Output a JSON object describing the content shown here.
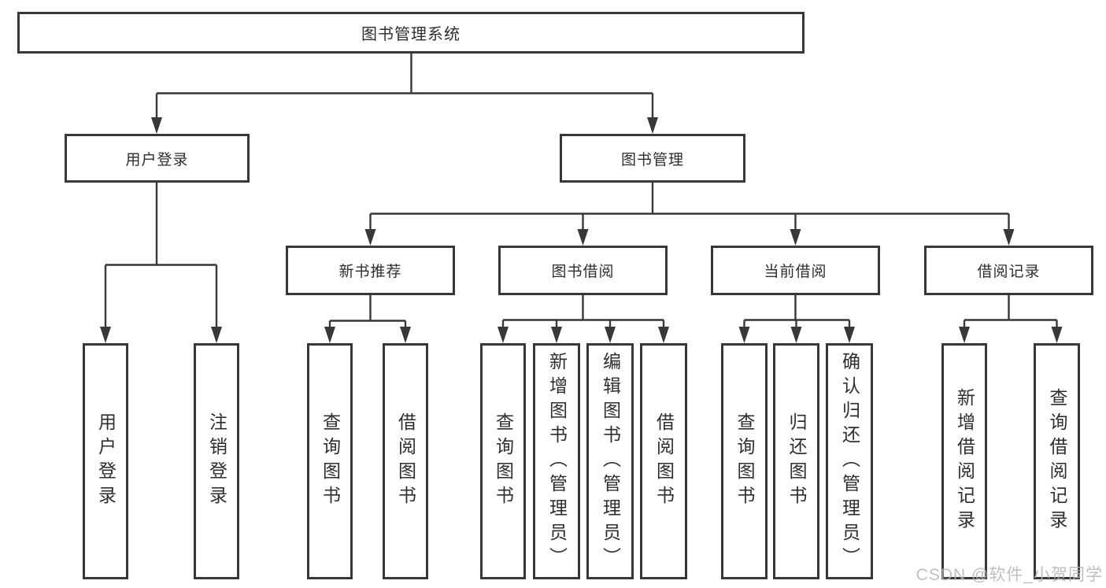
{
  "tree": {
    "label": "图书管理系统",
    "children": [
      {
        "label": "用户登录",
        "children": [
          {
            "label": "用户登录"
          },
          {
            "label": "注销登录"
          }
        ]
      },
      {
        "label": "图书管理",
        "children": [
          {
            "label": "新书推荐",
            "children": [
              {
                "label": "查询图书"
              },
              {
                "label": "借阅图书"
              }
            ]
          },
          {
            "label": "图书借阅",
            "children": [
              {
                "label": "查询图书"
              },
              {
                "label": "新增图书（管理员）"
              },
              {
                "label": "编辑图书（管理员）"
              },
              {
                "label": "借阅图书"
              }
            ]
          },
          {
            "label": "当前借阅",
            "children": [
              {
                "label": "查询图书"
              },
              {
                "label": "归还图书"
              },
              {
                "label": "确认归还（管理员）"
              }
            ]
          },
          {
            "label": "借阅记录",
            "children": [
              {
                "label": "新增借阅记录"
              },
              {
                "label": "查询借阅记录"
              }
            ]
          }
        ]
      }
    ]
  },
  "watermark": {
    "text": "CSDN @软件_小贺同学"
  },
  "colors": {
    "line": "#383838",
    "box_border": "#383838",
    "text": "#2e2e2e",
    "watermark": "#b5b5b5",
    "background": "#ffffff"
  }
}
